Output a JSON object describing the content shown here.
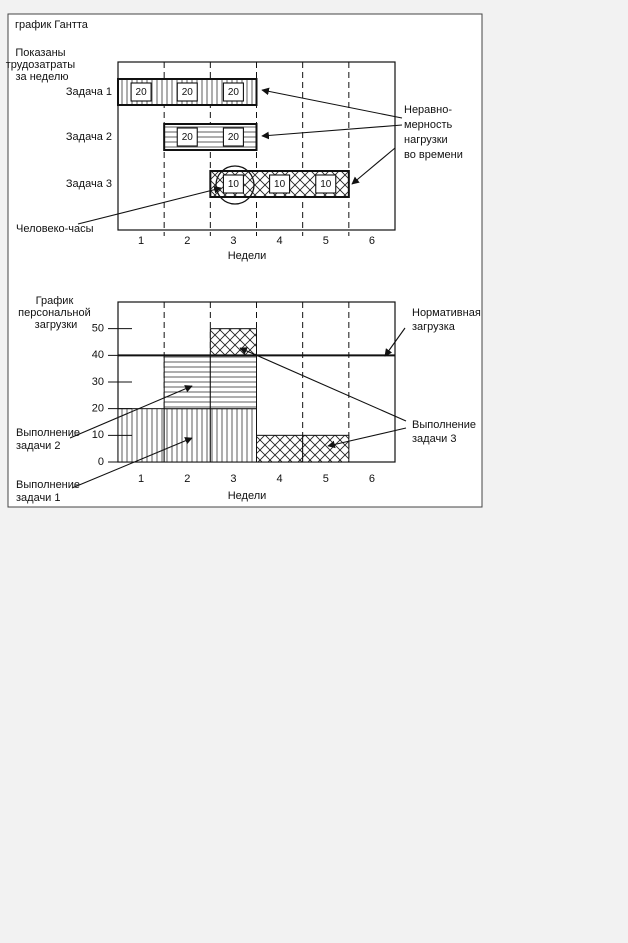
{
  "page": {
    "background": "#f2f2f2",
    "panel_background": "#ffffff",
    "ink": "#111111"
  },
  "chart_data": [
    {
      "type": "gantt",
      "title": "график Гантта",
      "subtitle": [
        "Показаны",
        "трудозатраты",
        "за неделю"
      ],
      "xlabel": "Недели",
      "categories": [
        "1",
        "2",
        "3",
        "4",
        "5",
        "6"
      ],
      "xlim": [
        0,
        6
      ],
      "tasks": [
        {
          "name": "Задача 1",
          "start": 0,
          "end": 3,
          "weekly_values": [
            "20",
            "20",
            "20"
          ],
          "pattern": "vertical"
        },
        {
          "name": "Задача 2",
          "start": 1,
          "end": 3,
          "weekly_values": [
            "20",
            "20"
          ],
          "pattern": "horizontal"
        },
        {
          "name": "Задача 3",
          "start": 2,
          "end": 5,
          "weekly_values": [
            "10",
            "10",
            "10"
          ],
          "pattern": "crosshatch"
        }
      ],
      "annotations": {
        "unevenness": [
          "Неравно-",
          "мерность",
          "нагрузки",
          "во времени"
        ],
        "person_hours": "Человеко-часы"
      }
    },
    {
      "type": "bar",
      "stacked": true,
      "title": [
        "График",
        "персональной",
        "загрузки"
      ],
      "xlabel": "Недели",
      "categories": [
        "1",
        "2",
        "3",
        "4",
        "5",
        "6"
      ],
      "yticks": [
        0,
        10,
        20,
        30,
        40,
        50
      ],
      "ylim": [
        0,
        60
      ],
      "series": [
        {
          "name": "Выполнение задачи 1",
          "values": [
            20,
            20,
            20,
            0,
            0,
            0
          ],
          "pattern": "vertical"
        },
        {
          "name": "Выполнение задачи 2",
          "values": [
            0,
            20,
            20,
            0,
            0,
            0
          ],
          "pattern": "horizontal"
        },
        {
          "name": "Выполнение задачи 3",
          "values": [
            0,
            0,
            10,
            10,
            10,
            0
          ],
          "pattern": "crosshatch"
        }
      ],
      "normative_load": 40,
      "annotations": {
        "normative": [
          "Нормативная",
          "загрузка"
        ],
        "task2": [
          "Выполнение",
          "задачи 2"
        ],
        "task1": [
          "Выполнение",
          "задачи 1"
        ],
        "task3": [
          "Выполнение",
          "задачи 3"
        ]
      }
    }
  ]
}
